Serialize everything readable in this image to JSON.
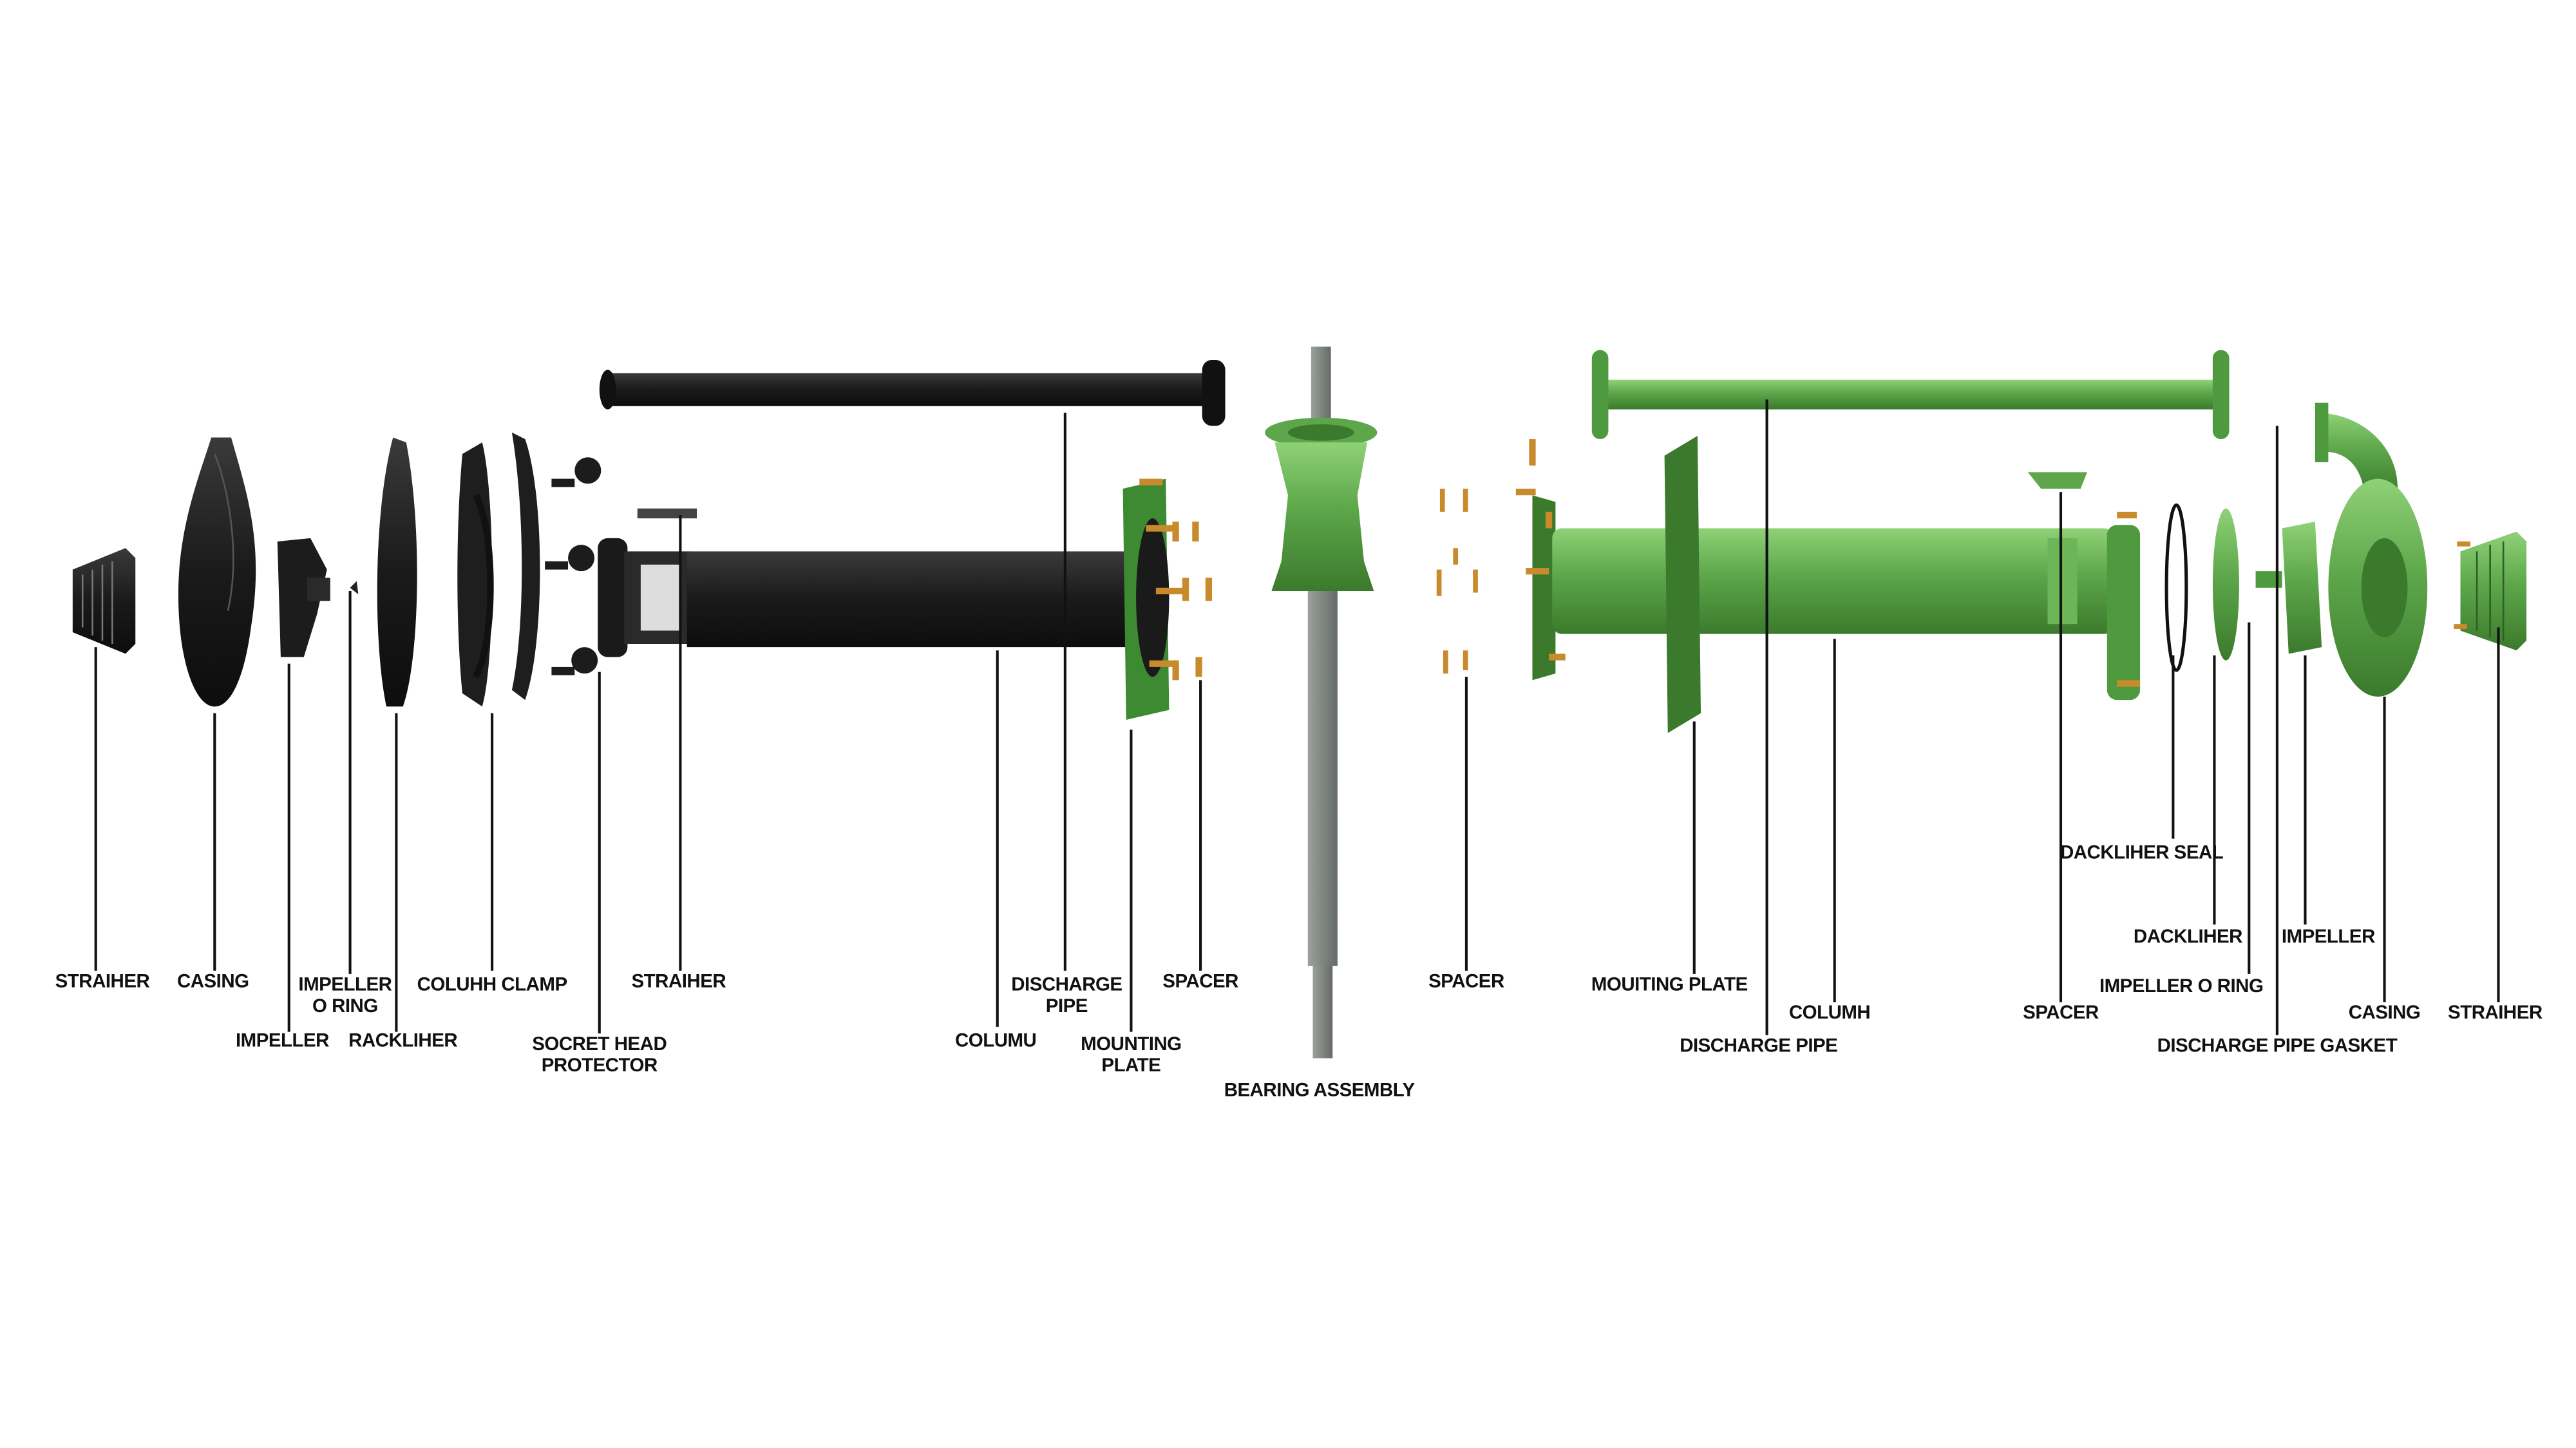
{
  "diagram": {
    "colors": {
      "black_part": "#1c1c1c",
      "green_part": "#5da64a",
      "green_dark": "#3b7a2c",
      "shaft": "#7d837f",
      "bolt": "#c98a2c"
    },
    "left_labels": {
      "strainer": "STRAIHER",
      "casing": "CASING",
      "impeller_o_ring_1": "IMPELLER",
      "impeller_o_ring_2": "O RING",
      "column_clamp": "COLUHH CLAMP",
      "strainer_2": "STRAIHER",
      "impeller": "IMPELLER",
      "backliner": "RACKLIHER",
      "socket_head_1": "SOCRET HEAD",
      "socket_head_2": "PROTECTOR",
      "discharge_pipe_1": "DISCHARGE",
      "discharge_pipe_2": "PIPE",
      "spacer": "SPACER",
      "column": "COLUMU",
      "mounting_plate_1": "MOUNTING",
      "mounting_plate_2": "PLATE"
    },
    "center_label": "BEARING ASSEMBLY",
    "right_labels": {
      "spacer": "SPACER",
      "mounting_plate": "MOUITING PLATE",
      "column": "COLUMH",
      "discharge_pipe": "DISCHARGE PIPE",
      "spacer_2": "SPACER",
      "backliner_seal": "DACKLIHER SEAL",
      "backliner": "DACKLIHER",
      "impeller": "IMPELLER",
      "impeller_o_ring": "IMPELLER O RING",
      "casing": "CASING",
      "strainer": "STRAIHER",
      "discharge_pipe_gasket": "DISCHARGE PIPE GASKET"
    }
  }
}
